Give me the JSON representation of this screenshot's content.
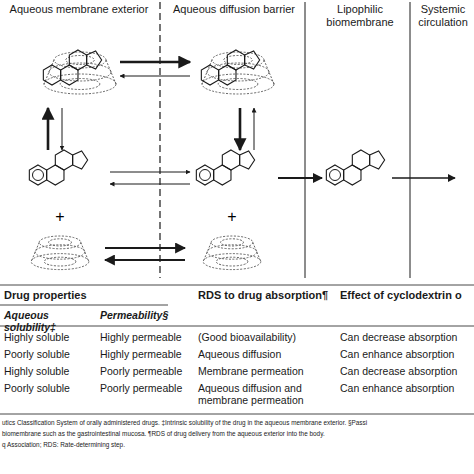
{
  "diagram": {
    "labels": [
      "Aqueous membrane exterior",
      "Aqueous diffusion barrier",
      "Lipophilic biomembrane",
      "Systemic circulation",
      "Drug properties",
      "RDS to drug absorption¶",
      "Effect of cyclodextrin o",
      "Aqueous solubility‡",
      "Permeability§",
      "Highly soluble",
      "Highly permeable",
      "(Good bioavailability)",
      "Can decrease absorption",
      "Poorly soluble",
      "Highly permeable",
      "Aqueous diffusion",
      "Can enhance absorption",
      "Highly soluble",
      "Poorly permeable",
      "Membrane permeation",
      "Can decrease absorption",
      "Poorly soluble",
      "Poorly permeable",
      "Aqueous diffusion and membrane permeation",
      "Can enhance absorption",
      "utics Classification System of orally administered drugs. ‡Intrinsic solubility of the drug in the aqueous membrane exterior. §Passi",
      "biomembrane such as the gastrointestinal mucosa. ¶RDS of drug delivery from the aqueous exterior into the body.",
      "q Association; RDS: Rate-determining step."
    ]
  }
}
